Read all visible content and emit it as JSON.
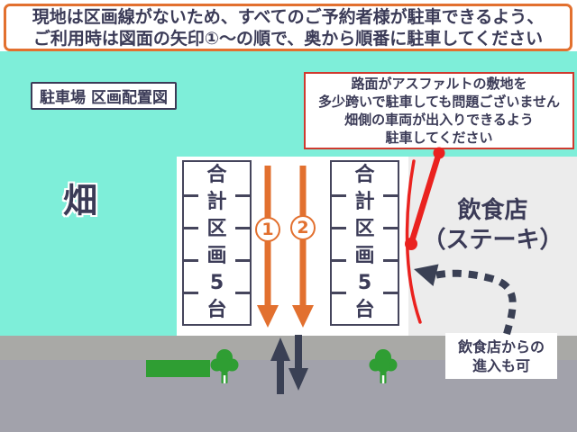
{
  "colors": {
    "teal": "#7eeed9",
    "orange": "#e2702f",
    "red": "#ea221f",
    "callout_border": "#cf3a2f",
    "navy": "#3b3b57",
    "column_border": "#45455c",
    "road_arrow": "#3a4054",
    "green": "#2f9e33",
    "restaurant_gray": "#ececec",
    "road_upper": "#a9a9a6",
    "road_lower": "#a2a2ab"
  },
  "banner": {
    "line1": "現地は区画線がないため、すべてのご予約者様が駐車できるよう、",
    "line2": "ご利用時は図面の矢印①〜の順で、奥から順番に駐車してください"
  },
  "title": "駐車場 区画配置図",
  "field": {
    "label": "畑"
  },
  "restaurant": {
    "line1": "飲食店",
    "line2": "（ステーキ）"
  },
  "callout": {
    "line1": "路面がアスファルトの敷地を",
    "line2": "多少跨いで駐車しても問題ございません",
    "line3": "畑側の車両が出入りできるよう",
    "line4": "駐車してください"
  },
  "parking": {
    "chars": [
      "合",
      "計",
      "区",
      "画",
      "5",
      "台"
    ],
    "badge1": "1",
    "badge2": "2"
  },
  "entry_note": {
    "line1": "飲食店からの",
    "line2": "進入も可"
  }
}
